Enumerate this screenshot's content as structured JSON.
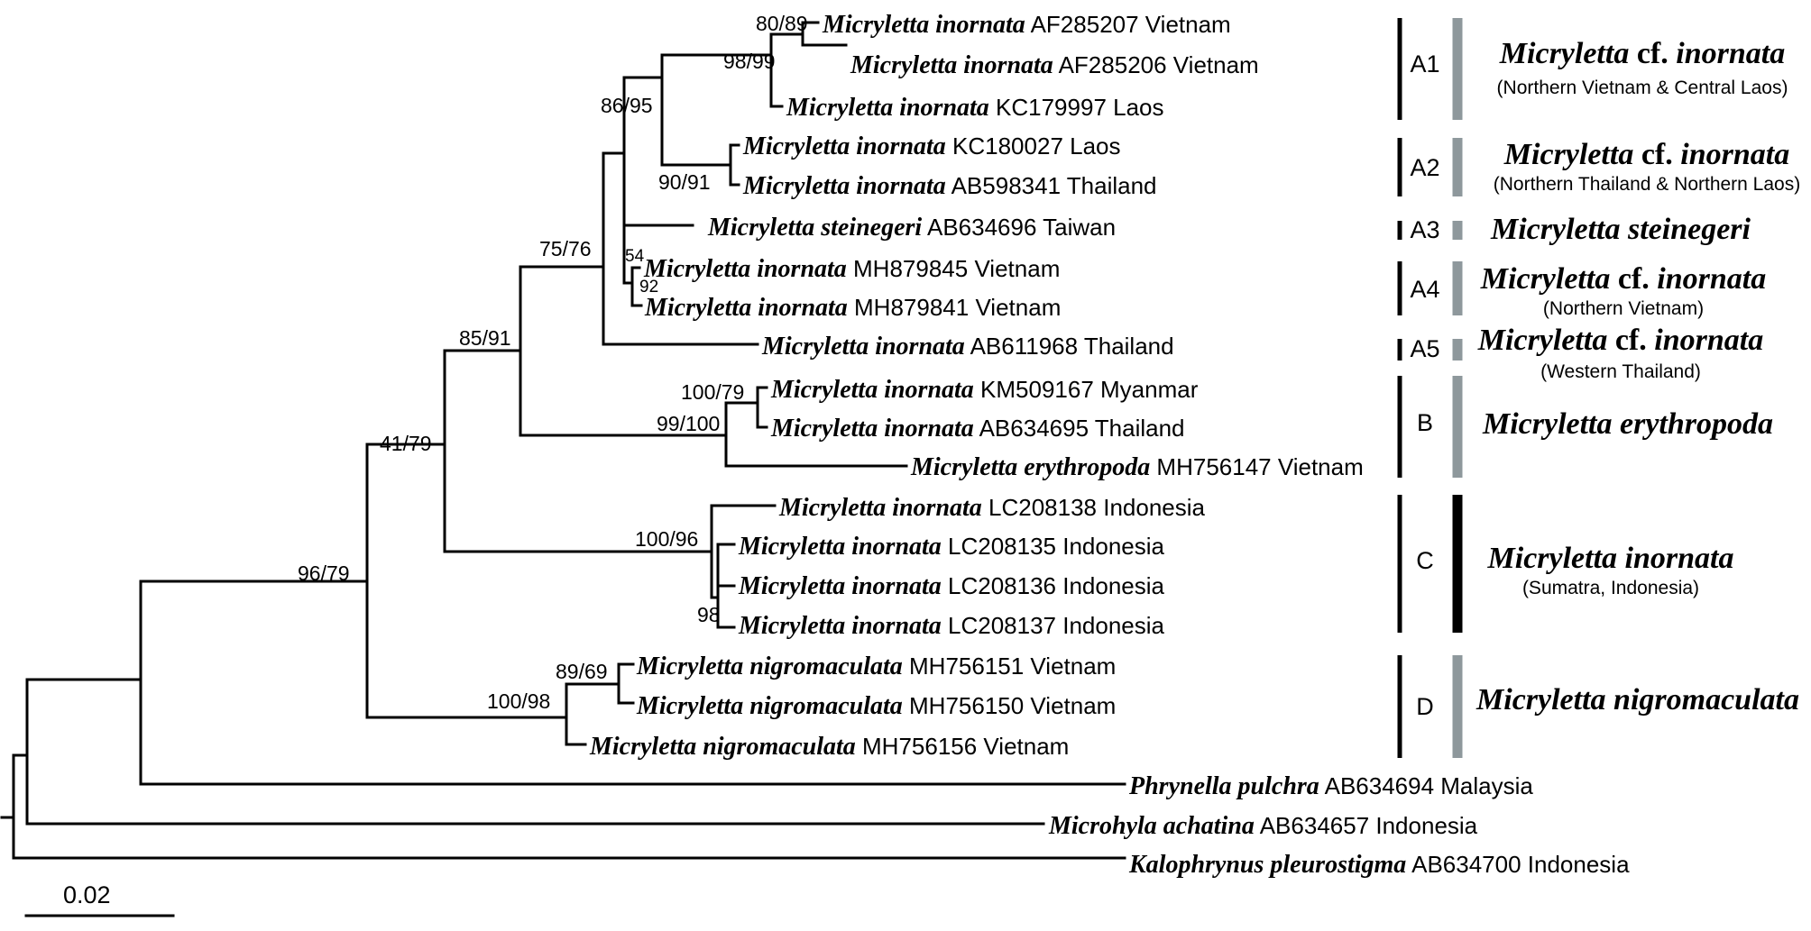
{
  "tips": [
    {
      "genus": "Micryletta",
      "species": "inornata",
      "accession": "AF285207",
      "locality": "Vietnam"
    },
    {
      "genus": "Micryletta",
      "species": "inornata",
      "accession": "AF285206",
      "locality": "Vietnam"
    },
    {
      "genus": "Micryletta",
      "species": "inornata",
      "accession": "KC179997",
      "locality": "Laos"
    },
    {
      "genus": "Micryletta",
      "species": "inornata",
      "accession": "KC180027",
      "locality": "Laos"
    },
    {
      "genus": "Micryletta",
      "species": "inornata",
      "accession": "AB598341",
      "locality": "Thailand"
    },
    {
      "genus": "Micryletta",
      "species": "steinegeri",
      "accession": "AB634696",
      "locality": "Taiwan"
    },
    {
      "genus": "Micryletta",
      "species": "inornata",
      "accession": "MH879845",
      "locality": "Vietnam"
    },
    {
      "genus": "Micryletta",
      "species": "inornata",
      "accession": "MH879841",
      "locality": "Vietnam"
    },
    {
      "genus": "Micryletta",
      "species": "inornata",
      "accession": "AB611968",
      "locality": "Thailand"
    },
    {
      "genus": "Micryletta",
      "species": "inornata",
      "accession": "KM509167",
      "locality": "Myanmar"
    },
    {
      "genus": "Micryletta",
      "species": "inornata",
      "accession": "AB634695",
      "locality": "Thailand"
    },
    {
      "genus": "Micryletta",
      "species": "erythropoda",
      "accession": "MH756147",
      "locality": "Vietnam"
    },
    {
      "genus": "Micryletta",
      "species": "inornata",
      "accession": "LC208138",
      "locality": "Indonesia"
    },
    {
      "genus": "Micryletta",
      "species": "inornata",
      "accession": "LC208135",
      "locality": "Indonesia"
    },
    {
      "genus": "Micryletta",
      "species": "inornata",
      "accession": "LC208136",
      "locality": "Indonesia"
    },
    {
      "genus": "Micryletta",
      "species": "inornata",
      "accession": "LC208137",
      "locality": "Indonesia"
    },
    {
      "genus": "Micryletta",
      "species": "nigromaculata",
      "accession": "MH756151",
      "locality": "Vietnam"
    },
    {
      "genus": "Micryletta",
      "species": "nigromaculata",
      "accession": "MH756150",
      "locality": "Vietnam"
    },
    {
      "genus": "Micryletta",
      "species": "nigromaculata",
      "accession": "MH756156",
      "locality": "Vietnam"
    },
    {
      "genus": "Phrynella",
      "species": "pulchra",
      "accession": "AB634694",
      "locality": "Malaysia"
    },
    {
      "genus": "Microhyla",
      "species": "achatina",
      "accession": "AB634657",
      "locality": "Indonesia"
    },
    {
      "genus": "Kalophrynus",
      "species": "pleurostigma",
      "accession": "AB634700",
      "locality": "Indonesia"
    }
  ],
  "support_values": [
    "80/89",
    "98/99",
    "86/95",
    "90/91",
    "75/76",
    "54",
    "92",
    "85/91",
    "100/79",
    "99/100",
    "41/79",
    "100/96",
    "98",
    "96/79",
    "89/69",
    "100/98"
  ],
  "clades": [
    {
      "id": "A1",
      "taxon_parts": [
        {
          "text": "Micryletta",
          "italic": true
        },
        {
          "text": " cf. ",
          "italic": false
        },
        {
          "text": "inornata",
          "italic": true
        }
      ],
      "region": "(Northern Vietnam & Central Laos)",
      "bar_color": "#8e989c"
    },
    {
      "id": "A2",
      "taxon_parts": [
        {
          "text": "Micryletta",
          "italic": true
        },
        {
          "text": " cf. ",
          "italic": false
        },
        {
          "text": "inornata",
          "italic": true
        }
      ],
      "region": "(Northern Thailand & Northern Laos)",
      "bar_color": "#8e989c"
    },
    {
      "id": "A3",
      "taxon_parts": [
        {
          "text": "Micryletta steinegeri",
          "italic": true
        }
      ],
      "region": "",
      "bar_color": "#8e989c"
    },
    {
      "id": "A4",
      "taxon_parts": [
        {
          "text": "Micryletta",
          "italic": true
        },
        {
          "text": " cf. ",
          "italic": false
        },
        {
          "text": "inornata",
          "italic": true
        }
      ],
      "region": "(Northern Vietnam)",
      "bar_color": "#8e989c"
    },
    {
      "id": "A5",
      "taxon_parts": [
        {
          "text": "Micryletta",
          "italic": true
        },
        {
          "text": " cf. ",
          "italic": false
        },
        {
          "text": "inornata",
          "italic": true
        }
      ],
      "region": "(Western Thailand)",
      "bar_color": "#8e989c"
    },
    {
      "id": "B",
      "taxon_parts": [
        {
          "text": "Micryletta erythropoda",
          "italic": true
        }
      ],
      "region": "",
      "bar_color": "#8e989c"
    },
    {
      "id": "C",
      "taxon_parts": [
        {
          "text": "Micryletta inornata",
          "italic": true
        }
      ],
      "region": "(Sumatra, Indonesia)",
      "bar_color": "#000000"
    },
    {
      "id": "D",
      "taxon_parts": [
        {
          "text": "Micryletta nigromaculata",
          "italic": true
        }
      ],
      "region": "",
      "bar_color": "#8e989c"
    }
  ],
  "scale_bar": {
    "label": "0.02"
  }
}
